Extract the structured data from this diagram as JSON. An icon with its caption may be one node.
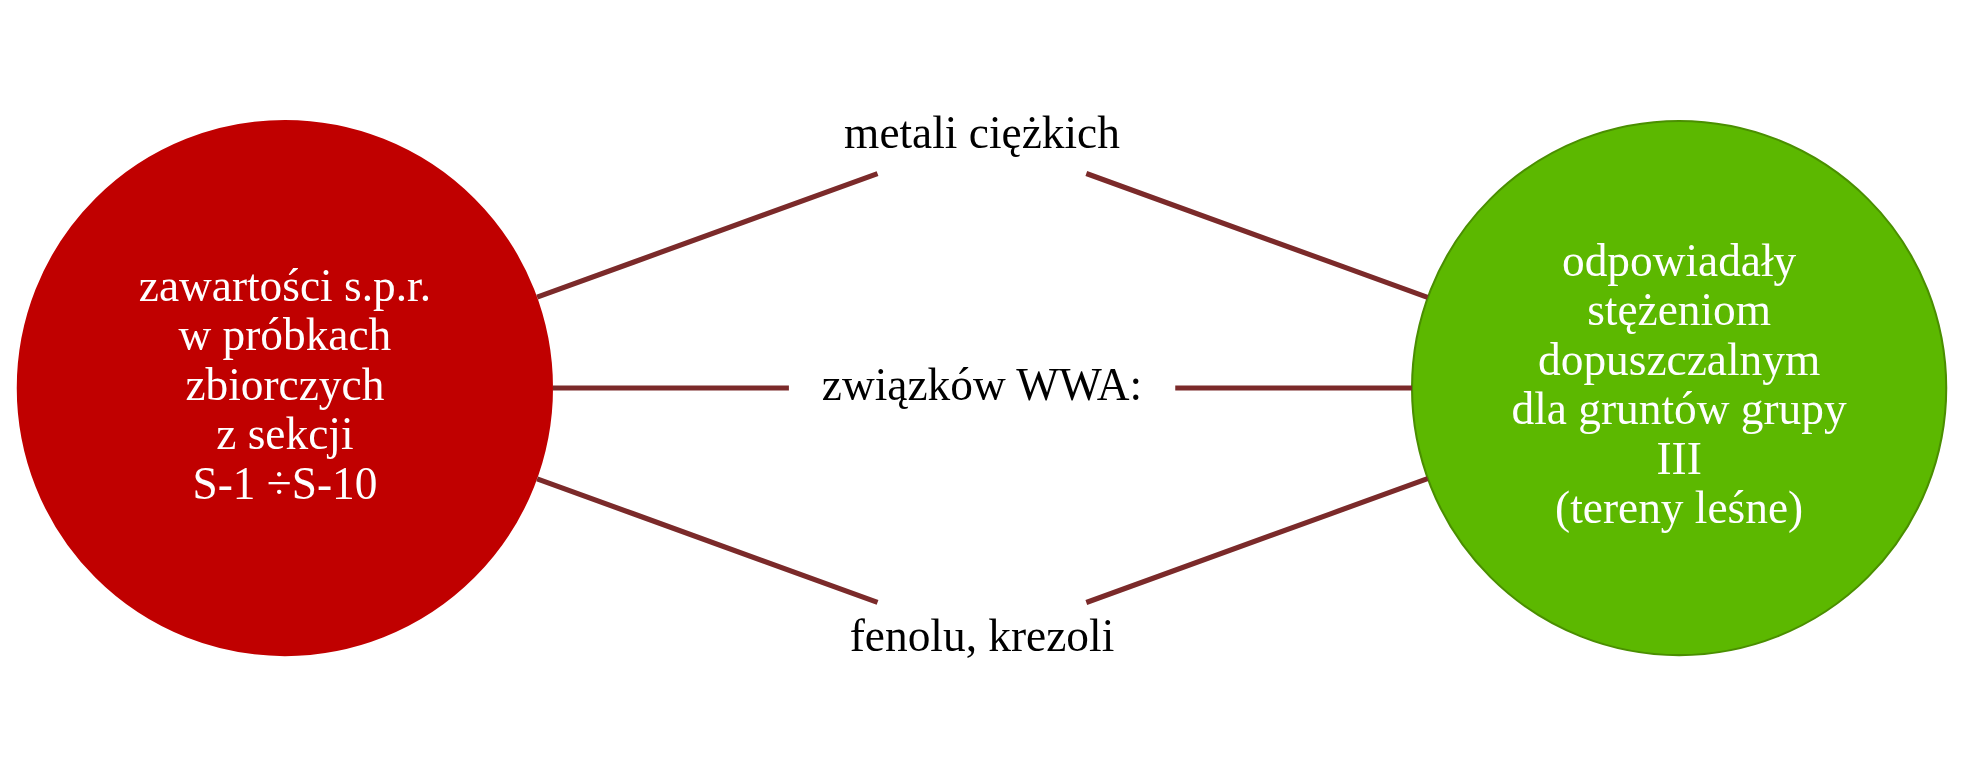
{
  "diagram": {
    "nodes": [
      {
        "text": [
          "zawartości s.p.r. w próbkach zbiorczych",
          "z sekcji",
          "S-1 ÷S-10"
        ]
      },
      {
        "text": [
          "metali ciężkich"
        ]
      },
      {
        "text": [
          "związków WWA:"
        ]
      },
      {
        "text": [
          "fenolu, krezoli"
        ]
      },
      {
        "text": [
          "odpowiadały stężeniom dopuszczalnym",
          "dla gruntów grupy III",
          "(tereny leśne)"
        ]
      }
    ],
    "edges": [
      {
        "from": 0,
        "to": 1,
        "arrow": "none"
      },
      {
        "from": 0,
        "to": 2,
        "arrow": "none"
      },
      {
        "from": 0,
        "to": 3,
        "arrow": "none"
      },
      {
        "from": 1,
        "to": 4,
        "arrow": "none"
      },
      {
        "from": 2,
        "to": 4,
        "arrow": "none"
      },
      {
        "from": 3,
        "to": 4,
        "arrow": "none"
      }
    ]
  }
}
